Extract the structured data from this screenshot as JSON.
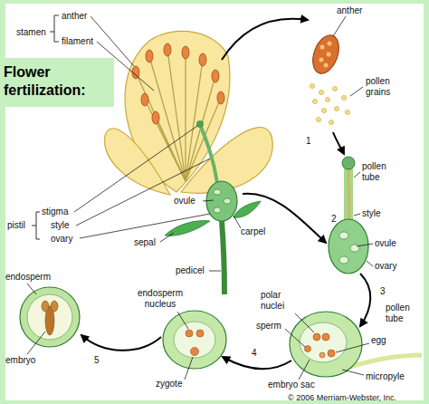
{
  "diagram": {
    "title": "Flower fertilization:",
    "labels": [
      "stamen",
      "anther",
      "filament",
      "anther",
      "pollen grains",
      "1",
      "pollen tube",
      "style",
      "2",
      "ovule",
      "ovary",
      "stigma",
      "style",
      "ovary",
      "pistil",
      "ovule",
      "sepal",
      "carpel",
      "pedicel",
      "endosperm",
      "endosperm nucleus",
      "polar nuclei",
      "sperm",
      "3",
      "pollen tube",
      "egg",
      "micropyle",
      "embryo sac",
      "4",
      "5",
      "embryo",
      "zygote",
      "© 2006 Merriam-Webster, Inc."
    ]
  }
}
